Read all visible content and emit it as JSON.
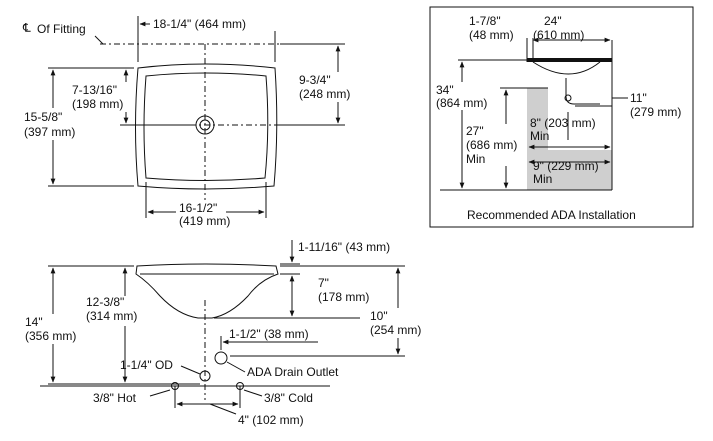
{
  "top_view": {
    "centerline_symbol": "℄",
    "centerline_label": "Of Fitting",
    "width_outer": "18-1/4\" (464 mm)",
    "depth_left_in": "15-5/8\"",
    "depth_left_mm": "(397 mm)",
    "inner_half_in": "7-13/16\"",
    "inner_half_mm": "(198 mm)",
    "right_half_in": "9-3/4\"",
    "right_half_mm": "(248 mm)",
    "bottom_width_in": "16-1/2\"",
    "bottom_width_mm": "(419 mm)"
  },
  "ada": {
    "caption": "Recommended ADA Installation",
    "top_left_in": "1-7/8\"",
    "top_left_mm": "(48 mm)",
    "top_width_in": "24\"",
    "top_width_mm": "(610 mm)",
    "height_in": "34\"",
    "height_mm": "(864 mm)",
    "knee_in": "27\"",
    "knee_mm": "(686 mm)",
    "knee_min": "Min",
    "depth_knee": "8\" (203 mm)",
    "depth_knee_min": "Min",
    "depth_toe": "9\" (229 mm)",
    "depth_toe_min": "Min",
    "right_in": "11\"",
    "right_mm": "(279 mm)"
  },
  "side_view": {
    "rim_thickness": "1-11/16\" (43 mm)",
    "bowl_depth_in": "7\"",
    "bowl_depth_mm": "(178 mm)",
    "total_in": "14\"",
    "total_mm": "(356 mm)",
    "drain_height_in": "12-3/8\"",
    "drain_height_mm": "(314 mm)",
    "outlet_height_in": "10\"",
    "outlet_height_mm": "(254 mm)",
    "outlet_offset": "1-1/2\" (38 mm)",
    "od_label": "1-1/4\" OD",
    "ada_outlet": "ADA Drain Outlet",
    "hot": "3/8\" Hot",
    "cold": "3/8\" Cold",
    "spacing": "4\" (102 mm)"
  }
}
